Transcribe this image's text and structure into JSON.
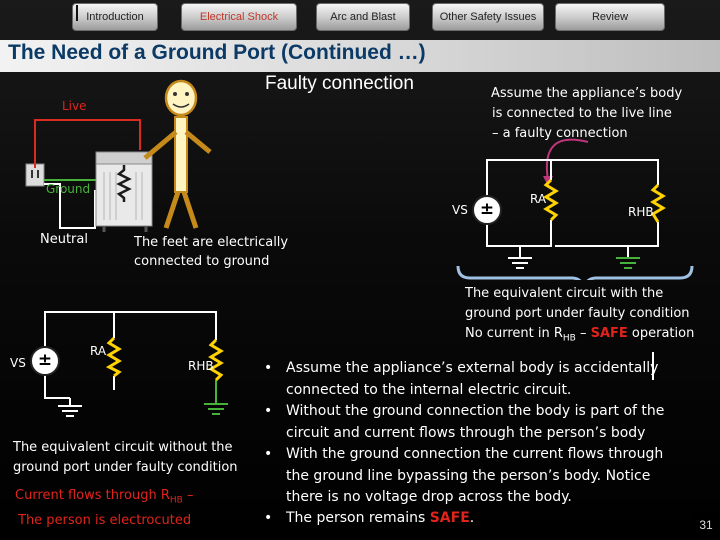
{
  "nav": {
    "tabs": [
      {
        "label": "Introduction",
        "active": false
      },
      {
        "label": "Electrical Shock",
        "active": true
      },
      {
        "label": "Arc and Blast",
        "active": false
      },
      {
        "label": "Other Safety Issues",
        "active": false
      },
      {
        "label": "Review",
        "active": false
      }
    ]
  },
  "slide": {
    "title": "The Need of a Ground Port (Continued …)",
    "subtitle": "Faulty connection",
    "page_number": "31"
  },
  "diagram_top_left": {
    "live_label": "Live",
    "ground_label": "Ground",
    "neutral_label": "Neutral",
    "feet_note_line1": "The feet are electrically",
    "feet_note_line2": "connected to ground"
  },
  "diagram_top_right": {
    "assume_line1": "Assume the appliance’s body",
    "assume_line2": "is connected to the live line",
    "assume_line3": "– a faulty connection",
    "vs_label": "VS",
    "ra_label": "RA",
    "rhb_label": "RHB",
    "caption_line1": "The equivalent circuit with the",
    "caption_line2": "ground port under faulty condition",
    "caption_line3_a": "No current in R",
    "caption_line3_sub": "HB",
    "caption_line3_b": " – ",
    "caption_line3_safe": "SAFE",
    "caption_line3_c": " operation"
  },
  "diagram_bottom_left": {
    "vs_label": "VS",
    "ra_label": "RA",
    "rhb_label": "RHB",
    "caption_line1": "The equivalent circuit without the",
    "caption_line2": "ground port under faulty condition",
    "current_line_a": "Current flows through R",
    "current_line_sub": "HB",
    "current_line_b": " –",
    "current_line2": "The person is electrocuted"
  },
  "bullets": {
    "b1_line1": "Assume the appliance’s external body is accidentally",
    "b1_line2": "connected to the internal electric circuit.",
    "b2_line1": "Without the ground connection the body is part of the",
    "b2_line2": "circuit and current flows through the person’s body",
    "b3_line1": "With the ground connection the current flows through",
    "b3_line2": "the ground line bypassing the person’s body. Notice",
    "b3_line3": "there is no voltage drop across the body.",
    "b4_a": "The person remains ",
    "b4_safe": "SAFE",
    "b4_b": "."
  },
  "colors": {
    "accent_red": "#e0241c",
    "wire_red": "#d92b1f",
    "wire_green": "#46b23a",
    "wire_white": "#ffffff",
    "resistor_yellow": "#ffd200",
    "title_blue": "#0b3a66",
    "caption_blue_brace": "#9fc1e3",
    "arrow_pink": "#c0367a"
  }
}
